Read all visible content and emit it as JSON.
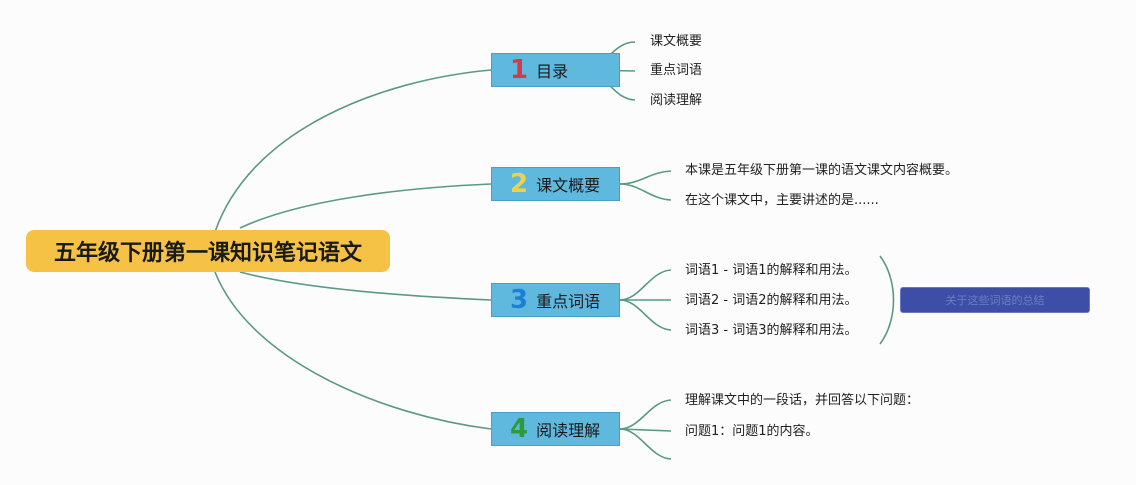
{
  "root": {
    "title": "五年级下册第一课知识笔记语文"
  },
  "colors": {
    "root_fill": "#f5c245",
    "branch_fill": "#5fb9df",
    "connector": "#5a9a82",
    "num1": "#d23a4a",
    "num2": "#f0d24a",
    "num3": "#1e7fd6",
    "num4": "#2e9a3e",
    "summary_fill": "#3e4ea6"
  },
  "branches": [
    {
      "num": "1",
      "label": "目录",
      "leaves": [
        "课文概要",
        "重点词语",
        "阅读理解"
      ]
    },
    {
      "num": "2",
      "label": "课文概要",
      "leaves": [
        "本课是五年级下册第一课的语文课文内容概要。",
        "在这个课文中，主要讲述的是......"
      ]
    },
    {
      "num": "3",
      "label": "重点词语",
      "leaves": [
        "词语1 - 词语1的解释和用法。",
        "词语2 - 词语2的解释和用法。",
        "词语3 - 词语3的解释和用法。"
      ],
      "summary": "关于这些词语的总结"
    },
    {
      "num": "4",
      "label": "阅读理解",
      "leaves": [
        "理解课文中的一段话，并回答以下问题：",
        "问题1：问题1的内容。",
        ""
      ]
    }
  ]
}
